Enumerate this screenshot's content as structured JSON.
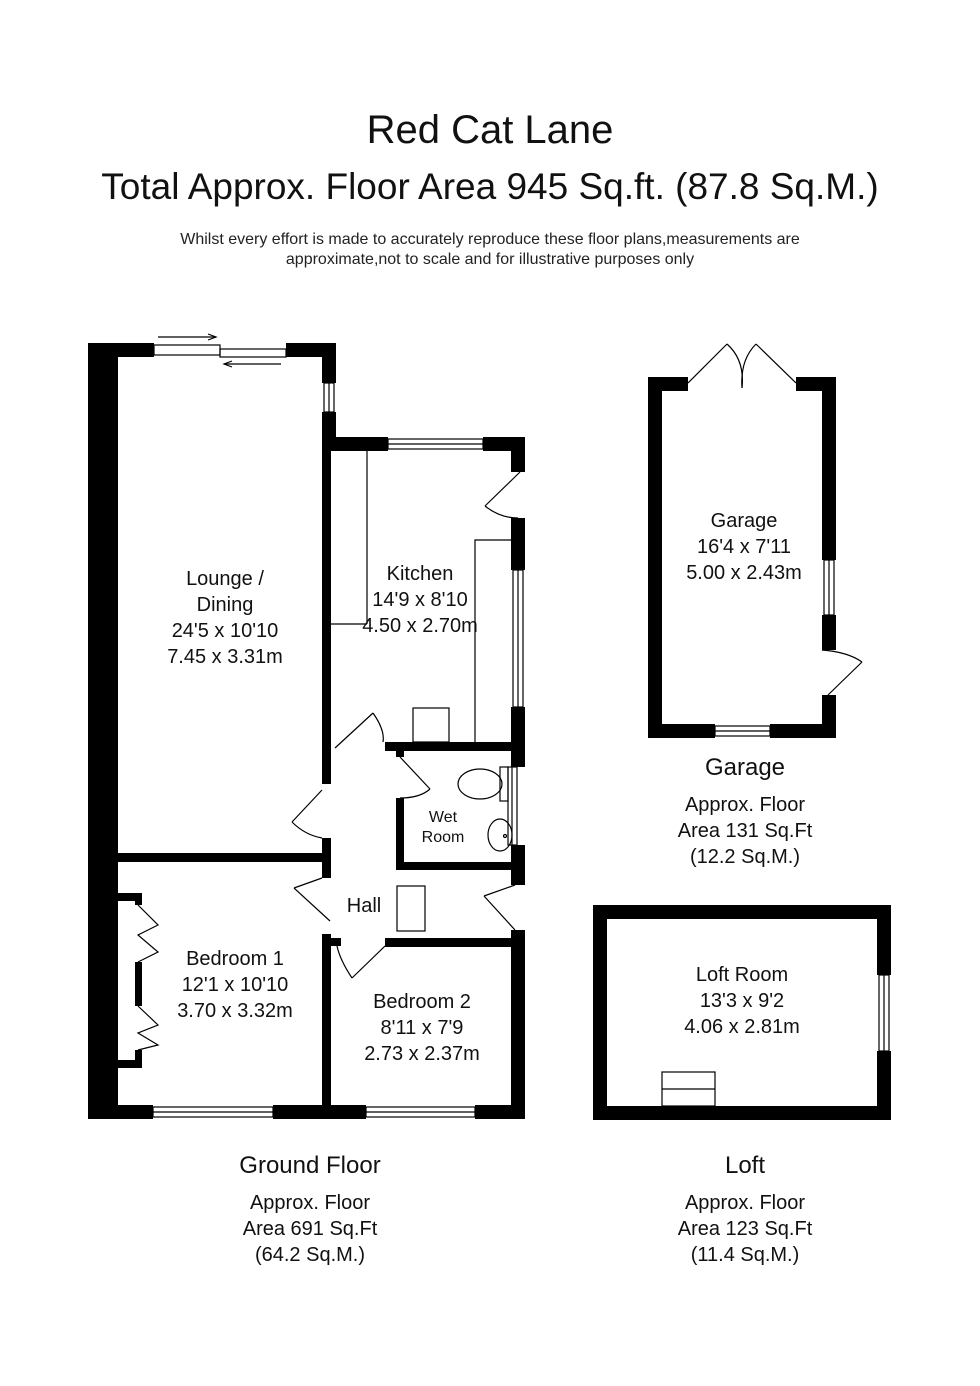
{
  "header": {
    "title": "Red Cat Lane",
    "subtitle": "Total Approx. Floor Area 945 Sq.ft. (87.8 Sq.M.)",
    "disclaimer_line1": "Whilst every effort is made to accurately reproduce these floor plans,measurements are",
    "disclaimer_line2": "approximate,not to scale and for illustrative purposes only"
  },
  "rooms": {
    "lounge": {
      "name1": "Lounge /",
      "name2": "Dining",
      "imperial": "24'5 x 10'10",
      "metric": "7.45 x 3.31m"
    },
    "kitchen": {
      "name": "Kitchen",
      "imperial": "14'9 x 8'10",
      "metric": "4.50 x 2.70m"
    },
    "wet_room": {
      "name1": "Wet",
      "name2": "Room"
    },
    "hall": {
      "name": "Hall"
    },
    "bedroom1": {
      "name": "Bedroom 1",
      "imperial": "12'1 x 10'10",
      "metric": "3.70 x 3.32m"
    },
    "bedroom2": {
      "name": "Bedroom 2",
      "imperial": "8'11 x 7'9",
      "metric": "2.73 x 2.37m"
    },
    "garage": {
      "name": "Garage",
      "imperial": "16'4 x 7'11",
      "metric": "5.00 x 2.43m"
    },
    "loft_room": {
      "name": "Loft Room",
      "imperial": "13'3 x 9'2",
      "metric": "4.06 x 2.81m"
    }
  },
  "floors": {
    "ground": {
      "name": "Ground Floor",
      "line1": "Approx. Floor",
      "line2": "Area 691 Sq.Ft",
      "line3": "(64.2 Sq.M.)"
    },
    "garage": {
      "name": "Garage",
      "line1": "Approx. Floor",
      "line2": "Area 131 Sq.Ft",
      "line3": "(12.2 Sq.M.)"
    },
    "loft": {
      "name": "Loft",
      "line1": "Approx. Floor",
      "line2": "Area 123 Sq.Ft",
      "line3": "(11.4 Sq.M.)"
    }
  },
  "colors": {
    "wall": "#000000",
    "background": "#ffffff",
    "text": "#111111"
  }
}
